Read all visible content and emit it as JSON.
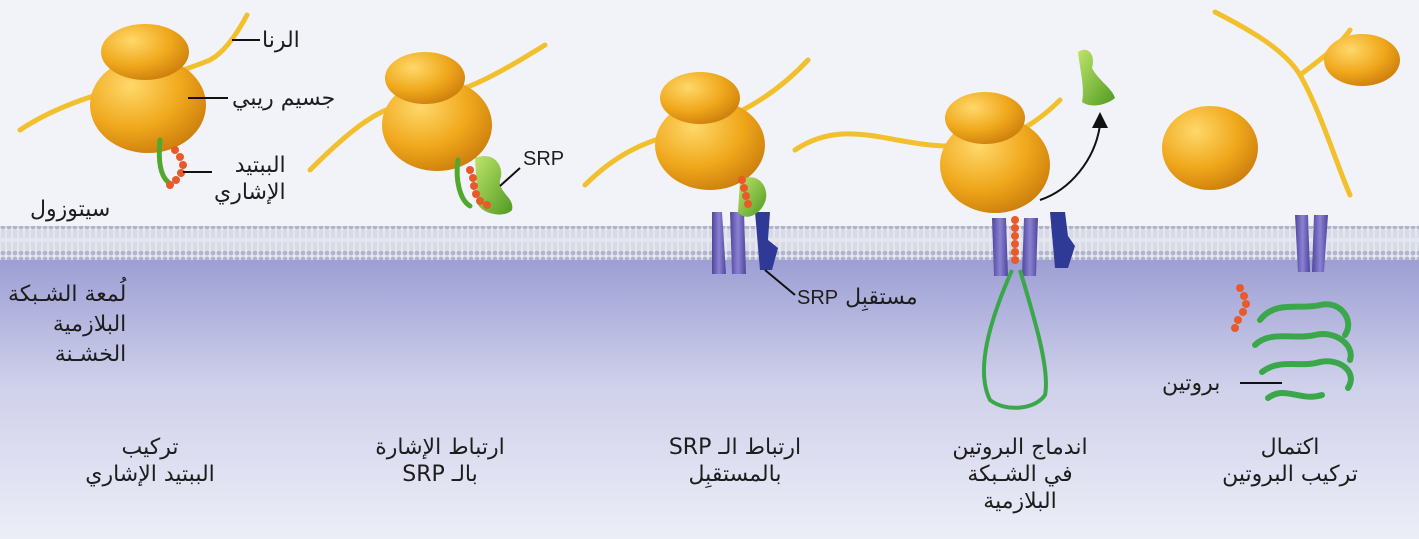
{
  "labels": {
    "mrna": "الرنا",
    "ribosome": "جسيم ريبي",
    "signal_peptide_line1": "الببتيد",
    "signal_peptide_line2": "الإشاري",
    "cytosol": "سيتوزول",
    "srp": "SRP",
    "srp_receptor_ar": "مستقبِل",
    "srp_receptor_en": "SRP",
    "er_lumen_line1": "لُمعة الشـبكة",
    "er_lumen_line2": "البلازمية",
    "er_lumen_line3": "الخشـنة",
    "protein": "بروتين"
  },
  "steps": [
    {
      "line1": "تركيب",
      "line2": "الببتيد الإشاري"
    },
    {
      "line1": "ارتباط الإشارة",
      "line2": "بالـ SRP"
    },
    {
      "line1": "ارتباط الـ SRP",
      "line2": "بالمستقبِل"
    },
    {
      "line1": "اندماج البروتين",
      "line2": "في الشـبكة",
      "line3": "البلازمية"
    },
    {
      "line1": "اكتمال",
      "line2": "تركيب البروتين"
    }
  ],
  "colors": {
    "ribosome": "#f0a81c",
    "mrna": "#f2c02c",
    "signal_peptide": "#e85a2a",
    "srp": "#7cc23a",
    "translocon": "#6a5fb8",
    "receptor": "#2f3a96",
    "protein_chain": "#3aa84a",
    "membrane": "#c9cbe0",
    "lumen": "#aeb0da"
  }
}
